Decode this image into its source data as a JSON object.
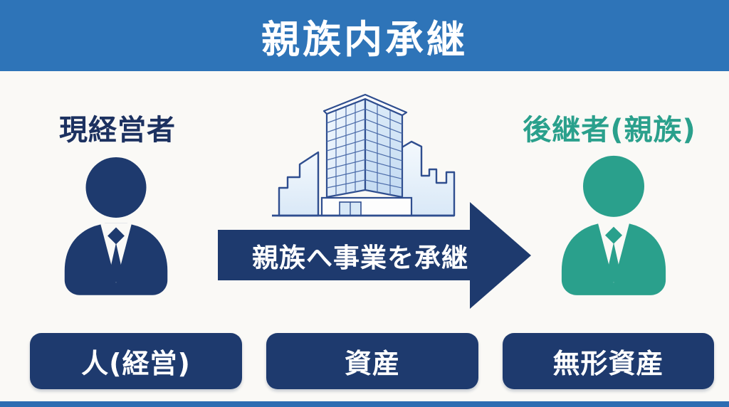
{
  "title": "親族内承継",
  "left_column": {
    "label": "現経営者",
    "icon": "businessperson-icon",
    "icon_color": "#1e3a6e"
  },
  "center": {
    "building_icon": "office-building-icon",
    "arrow_label": "親族へ事業を承継",
    "arrow_color": "#1e3a6e"
  },
  "right_column": {
    "label": "後継者(親族)",
    "icon": "businessperson-icon",
    "icon_color": "#2aa08c"
  },
  "categories": [
    {
      "label": "人(経営)"
    },
    {
      "label": "資産"
    },
    {
      "label": "無形資産"
    }
  ],
  "colors": {
    "header_blue": "#2e74b8",
    "navy": "#1e3a6e",
    "label_navy": "#1c3160",
    "teal": "#2aa08c",
    "background": "#faf9f6",
    "building_line": "#2f4e8f",
    "building_glass": "#cfe2f6",
    "bottom_strip_blue": "#2c6db2"
  }
}
